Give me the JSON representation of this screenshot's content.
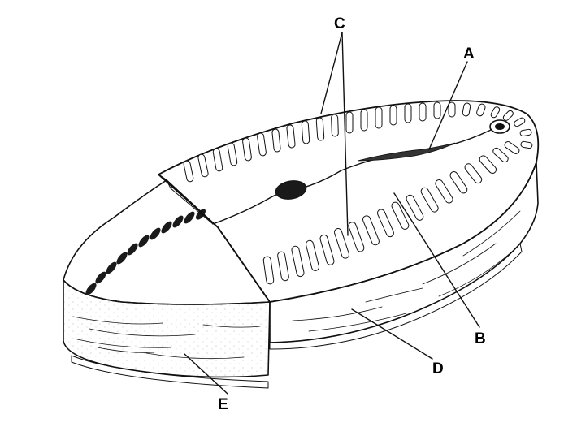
{
  "diagram": {
    "labels": {
      "a": "A",
      "b": "B",
      "c": "C",
      "d": "D",
      "e": "E"
    },
    "colors": {
      "ink": "#111111",
      "paper": "#ffffff",
      "stipple": "#444444"
    }
  }
}
